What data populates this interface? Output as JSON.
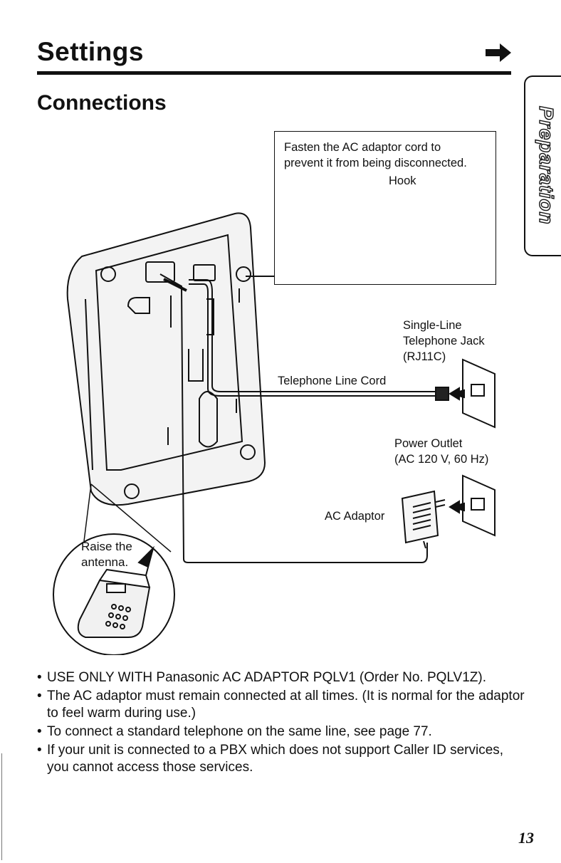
{
  "header": {
    "title": "Settings"
  },
  "section": {
    "title": "Connections"
  },
  "side_tab": {
    "label": "Preparation"
  },
  "diagram": {
    "callout_line1": "Fasten the AC adaptor cord to",
    "callout_line2": "prevent it from being disconnected.",
    "hook_label": "Hook",
    "jack_label_1": "Single-Line",
    "jack_label_2": "Telephone Jack",
    "jack_label_3": "(RJ11C)",
    "cord_label": "Telephone Line Cord",
    "outlet_label_1": "Power Outlet",
    "outlet_label_2": "(AC 120 V, 60 Hz)",
    "adaptor_label": "AC Adaptor",
    "antenna_label_1": "Raise the",
    "antenna_label_2": "antenna."
  },
  "notes": [
    "USE ONLY WITH Panasonic AC ADAPTOR PQLV1 (Order No. PQLV1Z).",
    "The AC adaptor must remain connected at all times. (It is normal for the adaptor to feel warm during use.)",
    "To connect a standard telephone on the same line, see page 77.",
    "If your unit is connected to a PBX which does not support Caller ID services, you cannot access those services."
  ],
  "page_number": "13",
  "icons": [
    "arrow-right-icon",
    "base-unit-illustration",
    "handset-illustration",
    "wall-jack-icon",
    "power-outlet-icon",
    "ac-adaptor-icon",
    "hook-detail-illustration"
  ]
}
